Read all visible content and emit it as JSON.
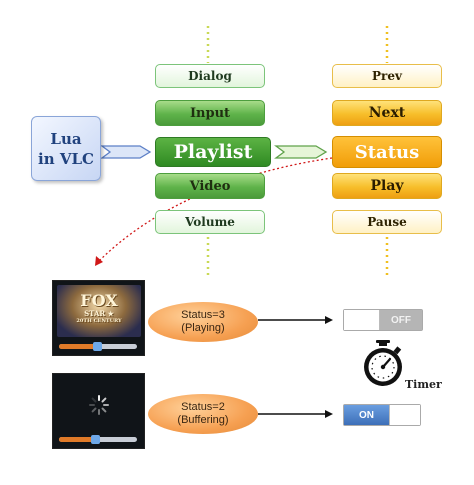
{
  "lua_box": {
    "line1": "Lua",
    "line2": "in VLC"
  },
  "left_column": [
    "Dialog",
    "Input",
    "Playlist",
    "Video",
    "Volume"
  ],
  "right_column": [
    "Prev",
    "Next",
    "Status",
    "Play",
    "Pause"
  ],
  "logo": {
    "line1": "FOX",
    "line2": "STAR ★",
    "line3": "20TH CENTURY"
  },
  "status_playing": {
    "line1": "Status=3",
    "line2": "(Playing)"
  },
  "status_buffering": {
    "line1": "Status=2",
    "line2": "(Buffering)"
  },
  "toggle_off": {
    "label": "OFF",
    "state": "off"
  },
  "toggle_on": {
    "label": "ON",
    "state": "on"
  },
  "timer_label": "Timer",
  "colors": {
    "green": "#2f8a22",
    "yellow": "#f19d08",
    "blue": "#20427e",
    "orange": "#f6a052",
    "toggle_on": "#4a7bbf",
    "toggle_off": "#b5b5b5",
    "link": "#d01818"
  },
  "icons": [
    "stopwatch-icon",
    "loading-spinner-icon",
    "chevron-arrow-icon"
  ]
}
